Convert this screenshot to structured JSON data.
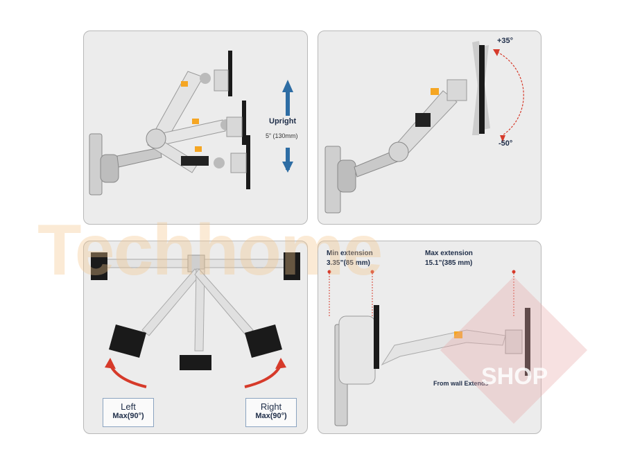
{
  "panel_upright": {
    "label": "Upright",
    "distance": "5” (130mm)"
  },
  "panel_tilt": {
    "up_angle": "+35°",
    "down_angle": "-50°"
  },
  "panel_swivel": {
    "left": {
      "label": "Left",
      "max": "Max(90°)"
    },
    "right": {
      "label": "Right",
      "max": "Max(90°)"
    }
  },
  "panel_extension": {
    "min_title": "Min extension",
    "min_value": "3.35”(85 mm)",
    "max_title": "Max extension",
    "max_value": "15.1”(385 mm)",
    "caption": "From wall Extends"
  },
  "watermark": {
    "text": "Techhome",
    "badge": "SHOP"
  },
  "colors": {
    "label_navy": "#1e2d48",
    "arrow_blue": "#2e6da4",
    "arrow_red": "#d63a2a",
    "brand_orange": "#f5a623"
  },
  "icons": [
    "up-down-arrow-icon",
    "tilt-arc-icon",
    "swivel-left-arrow-icon",
    "swivel-right-arrow-icon",
    "extension-marker-icon"
  ]
}
